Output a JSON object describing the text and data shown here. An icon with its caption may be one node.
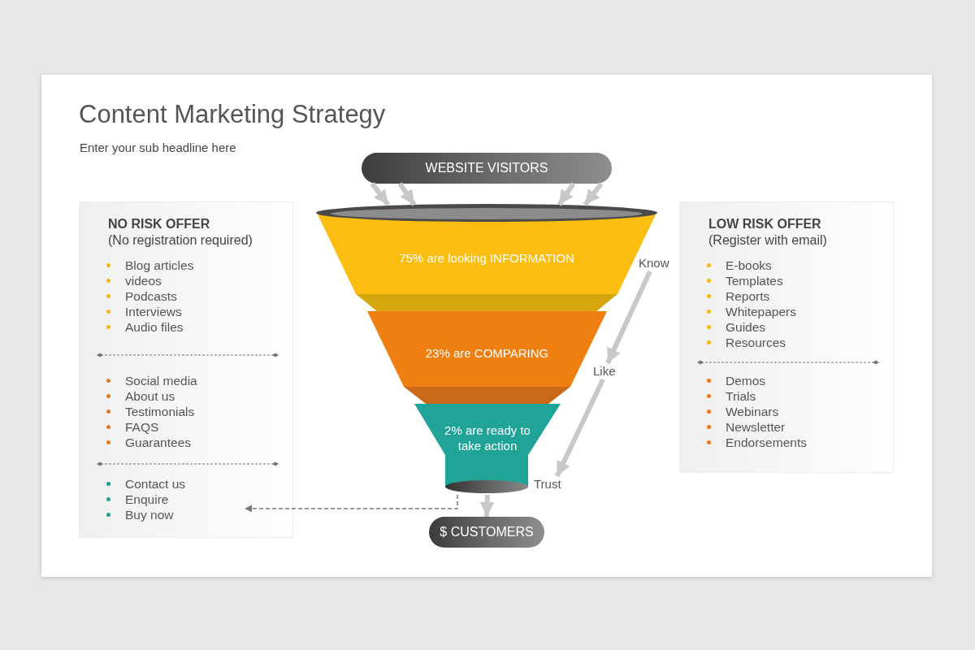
{
  "diagram": {
    "title": "Content Marketing Strategy",
    "nodes": [
      {
        "text": [
          "WEBSITE VISITORS"
        ]
      },
      {
        "text": [
          "75% are looking INFORMATION"
        ]
      },
      {
        "text": [
          "23% are COMPARING"
        ]
      },
      {
        "text": [
          "2% are ready to take action"
        ]
      },
      {
        "text": [
          "$ CUSTOMERS"
        ]
      },
      {
        "text": [
          "NO RISK OFFER",
          "(No registration required)"
        ]
      },
      {
        "text": [
          "Blog articles",
          "videos",
          "Podcasts",
          "Interviews",
          "Audio files"
        ],
        "in": 5
      },
      {
        "text": [
          "Social media",
          "About us",
          "Testimonials",
          "FAQS",
          "Guarantees"
        ],
        "in": 5
      },
      {
        "text": [
          "Contact us",
          "Enquire",
          "Buy now"
        ],
        "in": 5
      },
      {
        "text": [
          "LOW RISK OFFER",
          "(Register with email)"
        ]
      },
      {
        "text": [
          "E-books",
          "Templates",
          "Reports",
          "Whitepapers",
          "Guides",
          "Resources"
        ],
        "in": 9
      },
      {
        "text": [
          "Demos",
          "Trials",
          "Webinars",
          "Newsletter",
          "Endorsements"
        ],
        "in": 9
      },
      {
        "text": [
          "Know"
        ]
      },
      {
        "text": [
          "Like"
        ]
      },
      {
        "text": [
          "Trust"
        ]
      }
    ],
    "edges": [
      {
        "from": 0,
        "to": 1,
        "arrow": "to"
      },
      {
        "from": 0,
        "to": 1,
        "arrow": "to"
      },
      {
        "from": 0,
        "to": 1,
        "arrow": "to"
      },
      {
        "from": 0,
        "to": 1,
        "arrow": "to"
      },
      {
        "from": 12,
        "to": 13,
        "arrow": "to"
      },
      {
        "from": 13,
        "to": 14,
        "arrow": "to"
      },
      {
        "from": 3,
        "to": 4,
        "arrow": "to"
      },
      {
        "from": 3,
        "to": 8,
        "arrow": "to",
        "style": "dashed",
        "color": "#777777"
      }
    ],
    "labels": [
      "Enter your sub headline here"
    ]
  }
}
